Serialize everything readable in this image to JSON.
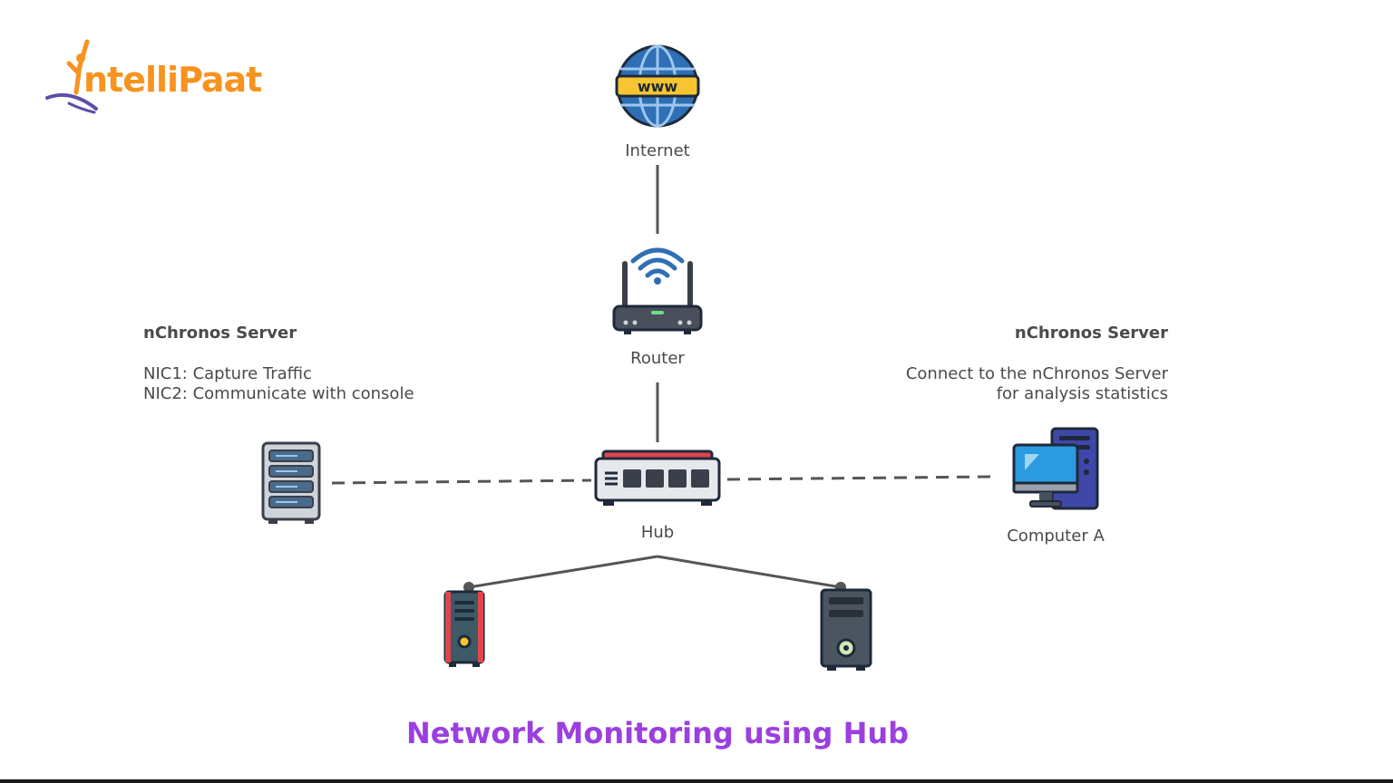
{
  "brand": {
    "logo_text": "ntelliPaat",
    "logo_word": "IntelliPaat",
    "logo_color": "#f7931e",
    "logo_accent_color": "#5a4fa8"
  },
  "title": "Network Monitoring using Hub",
  "title_color": "#9b3fe0",
  "nodes": {
    "internet": {
      "label": "Internet",
      "icon": "globe-www-icon"
    },
    "router": {
      "label": "Router",
      "icon": "wifi-router-icon"
    },
    "hub": {
      "label": "Hub",
      "icon": "network-hub-icon"
    },
    "computer_a": {
      "label": "Computer A",
      "icon": "desktop-computer-icon"
    },
    "server_rack": {
      "icon": "server-rack-icon"
    },
    "pc_left": {
      "icon": "pc-tower-icon"
    },
    "pc_right": {
      "icon": "pc-tower-icon"
    }
  },
  "left_note": {
    "title": "nChronos Server",
    "line1": "NIC1: Capture Traffic",
    "line2": "NIC2: Communicate with console"
  },
  "right_note": {
    "title": "nChronos Server",
    "line1": "Connect to the nChronos Server",
    "line2": "for analysis statistics"
  },
  "colors": {
    "line": "#555555",
    "text": "#4a4a4a",
    "globe": "#2f6fb5",
    "www_band": "#f6c531"
  }
}
